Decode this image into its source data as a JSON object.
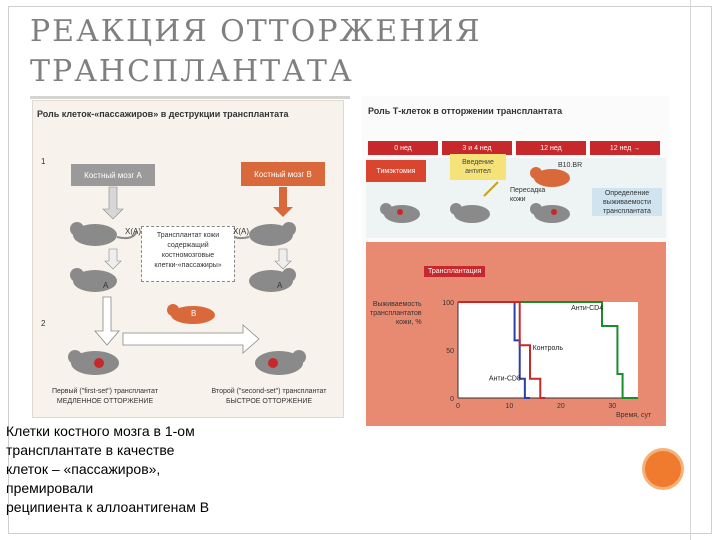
{
  "slide": {
    "title_lines": [
      "РЕАКЦИЯ ОТТОРЖЕНИЯ",
      "ТРАНСПЛАНТАТА"
    ],
    "caption_lines": [
      "Клетки костного мозга в 1-ом",
      "трансплантате в качестве",
      "клеток – «пассажиров»,",
      "премировали",
      "реципиента к аллоантигенам В"
    ]
  },
  "left_figure": {
    "title": "Роль клеток-«пассажиров» в деструкции трансплантата",
    "num1": "1",
    "num2": "2",
    "box_a": "Костный мозг А",
    "box_b": "Костный мозг В",
    "mouse_label_xa": "X(A)",
    "mouse_label_xa2": "X(A)",
    "mouse_label_a_left": "A",
    "mouse_label_a_right": "A",
    "mouse_label_b": "B",
    "center_note_lines": [
      "Трансплантат кожи",
      "содержащий",
      "костномозговые",
      "клетки-«пассажиры»"
    ],
    "first_set_line1": "Первый (\"first-set\") трансплантат",
    "first_set_line2": "МЕДЛЕННОЕ ОТТОРЖЕНИЕ",
    "second_set_line1": "Второй (\"second-set\") трансплантат",
    "second_set_line2": "БЫСТРОЕ ОТТОРЖЕНИЕ"
  },
  "right_figure": {
    "title": "Роль Т-клеток в отторжении трансплантата",
    "timeline": [
      "0 нед",
      "3 и 4 нед",
      "12 нед",
      "12 нед →"
    ],
    "timectomy": "Тимэктомия",
    "antibody_lines": [
      "Введение",
      "антител"
    ],
    "strain": "B10.BR",
    "skin_lines": [
      "Пересадка",
      "кожи"
    ],
    "determine_lines": [
      "Определение",
      "выживаемости",
      "трансплантата"
    ],
    "transplant_tag": "Трансплантация",
    "ylabel_lines": [
      "Выживаемость",
      "трансплантатов",
      "кожи, %"
    ],
    "xlabel_lines": [
      "Время, сут"
    ],
    "y_ticks": [
      "100",
      "50",
      "0"
    ],
    "x_ticks": [
      "0",
      "10",
      "20",
      "30"
    ],
    "series_labels": [
      "Анти-CD4",
      "Контроль",
      "Анти-CD8"
    ],
    "colors": {
      "anti_cd4": "#1a8c2a",
      "control": "#2b3fa8",
      "anti_cd8": "#c7282b"
    }
  },
  "chart_data": {
    "type": "line",
    "title": "",
    "xlabel": "Время, сут",
    "ylabel": "Выживаемость трансплантатов кожи, %",
    "xlim": [
      0,
      35
    ],
    "ylim": [
      0,
      100
    ],
    "series": [
      {
        "name": "Анти-CD4",
        "x": [
          0,
          28,
          28,
          31,
          31,
          32,
          32,
          35
        ],
        "y": [
          100,
          100,
          75,
          75,
          25,
          25,
          0,
          0
        ]
      },
      {
        "name": "Контроль",
        "x": [
          0,
          11,
          11,
          12,
          12,
          13,
          13,
          14
        ],
        "y": [
          100,
          100,
          60,
          60,
          20,
          20,
          0,
          0
        ]
      },
      {
        "name": "Анти-CD8",
        "x": [
          0,
          12,
          12,
          14,
          14,
          16,
          16,
          17
        ],
        "y": [
          100,
          100,
          55,
          55,
          20,
          20,
          0,
          0
        ]
      }
    ]
  }
}
